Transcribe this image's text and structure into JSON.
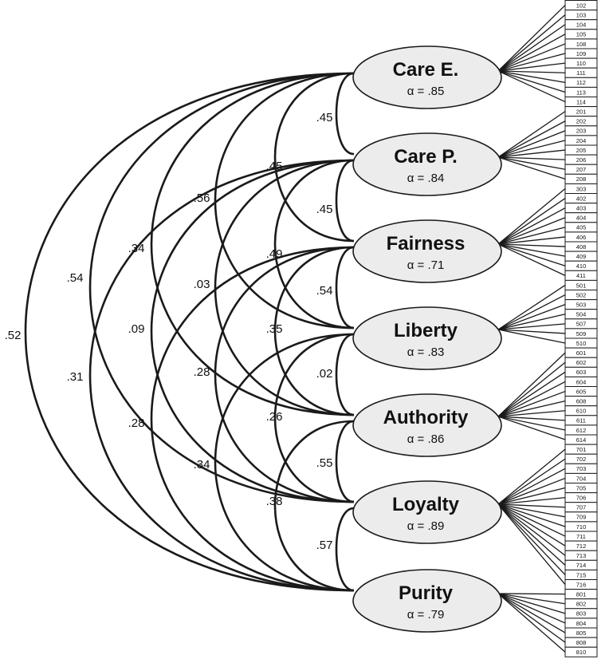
{
  "factors": [
    {
      "id": "care-e",
      "name": "Care E.",
      "alpha": "α = .85",
      "items": [
        "102",
        "103",
        "104",
        "105",
        "108",
        "109",
        "110",
        "111",
        "112",
        "113",
        "114"
      ]
    },
    {
      "id": "care-p",
      "name": "Care P.",
      "alpha": "α = .84",
      "items": [
        "201",
        "202",
        "203",
        "204",
        "205",
        "206",
        "207",
        "208"
      ]
    },
    {
      "id": "fairness",
      "name": "Fairness",
      "alpha": "α = .71",
      "items": [
        "303",
        "402",
        "403",
        "404",
        "405",
        "406",
        "408",
        "409",
        "410",
        "411"
      ]
    },
    {
      "id": "liberty",
      "name": "Liberty",
      "alpha": "α = .83",
      "items": [
        "501",
        "502",
        "503",
        "504",
        "507",
        "509",
        "510"
      ]
    },
    {
      "id": "authority",
      "name": "Authority",
      "alpha": "α = .86",
      "items": [
        "601",
        "602",
        "603",
        "604",
        "605",
        "608",
        "610",
        "611",
        "612",
        "614"
      ]
    },
    {
      "id": "loyalty",
      "name": "Loyalty",
      "alpha": "α = .89",
      "items": [
        "701",
        "702",
        "703",
        "704",
        "705",
        "706",
        "707",
        "709",
        "710",
        "711",
        "712",
        "713",
        "714",
        "715",
        "716"
      ]
    },
    {
      "id": "purity",
      "name": "Purity",
      "alpha": "α = .79",
      "items": [
        "801",
        "802",
        "803",
        "804",
        "805",
        "808",
        "810"
      ]
    }
  ],
  "correlations": [
    {
      "from": 0,
      "to": 1,
      "value": ".45"
    },
    {
      "from": 1,
      "to": 2,
      "value": ".45"
    },
    {
      "from": 2,
      "to": 3,
      "value": ".54"
    },
    {
      "from": 3,
      "to": 4,
      "value": ".02"
    },
    {
      "from": 4,
      "to": 5,
      "value": ".55"
    },
    {
      "from": 5,
      "to": 6,
      "value": ".57"
    },
    {
      "from": 0,
      "to": 2,
      "value": ".45"
    },
    {
      "from": 1,
      "to": 3,
      "value": ".49"
    },
    {
      "from": 2,
      "to": 4,
      "value": ".35"
    },
    {
      "from": 3,
      "to": 5,
      "value": ".26"
    },
    {
      "from": 4,
      "to": 6,
      "value": ".38"
    },
    {
      "from": 0,
      "to": 3,
      "value": ".56"
    },
    {
      "from": 1,
      "to": 4,
      "value": ".03"
    },
    {
      "from": 2,
      "to": 5,
      "value": ".28"
    },
    {
      "from": 3,
      "to": 6,
      "value": ".34"
    },
    {
      "from": 0,
      "to": 4,
      "value": ".34"
    },
    {
      "from": 1,
      "to": 5,
      "value": ".09"
    },
    {
      "from": 2,
      "to": 6,
      "value": ".28"
    },
    {
      "from": 0,
      "to": 5,
      "value": ".54"
    },
    {
      "from": 1,
      "to": 6,
      "value": ".31"
    },
    {
      "from": 0,
      "to": 6,
      "value": ".52"
    }
  ]
}
